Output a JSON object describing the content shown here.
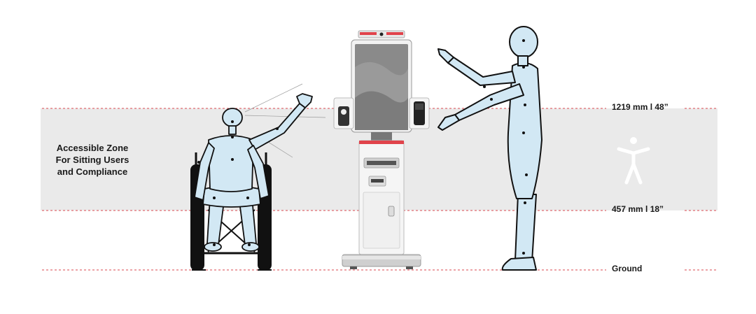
{
  "zone": {
    "label_lines": [
      "Accessible Zone",
      "For Sitting Users",
      "and Compliance"
    ]
  },
  "measurements": {
    "upper": "1219 mm  l  48”",
    "lower": "457 mm  l  18”",
    "ground": "Ground"
  },
  "icons": {
    "accessibility": "accessibility-person-icon",
    "wheelchair_user": "wheelchair-user-figure",
    "standing_user": "standing-user-figure",
    "kiosk": "self-service-kiosk"
  },
  "colors": {
    "zone_band": "#eaeaea",
    "guide_line": "#d9474f",
    "figure_fill": "#d2e8f4",
    "figure_outline": "#111111",
    "kiosk_accent": "#e0434b"
  }
}
